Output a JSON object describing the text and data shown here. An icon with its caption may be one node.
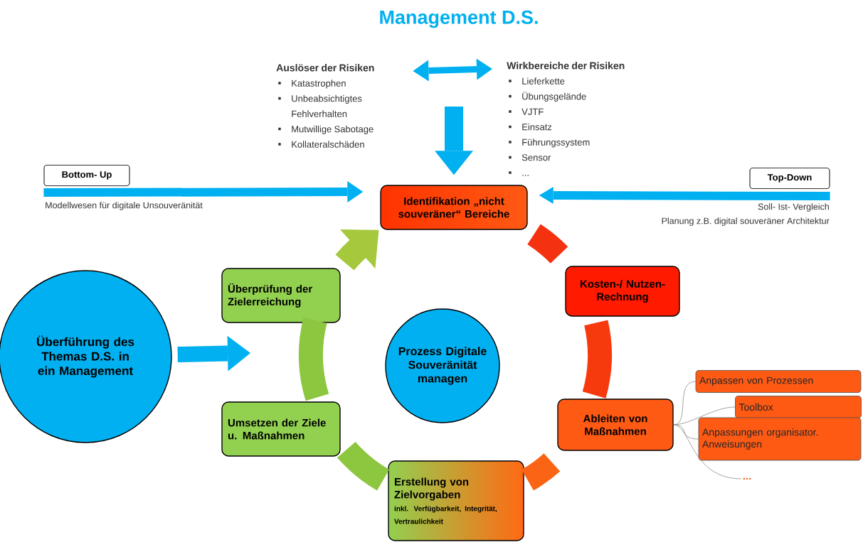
{
  "diagram": {
    "title": "Management D.S.",
    "nodes": [
      {
        "text": [
          "Auslöser der Risiken",
          "Katastrophen",
          "Unbeabsichtigtes Fehlverhalten",
          "Mutwillige Sabotage",
          "Kollateralschäden"
        ]
      },
      {
        "text": [
          "Wirkbereiche der Risiken",
          "Lieferkette",
          "Übungsgelände",
          "VJTF",
          "Einsatz",
          "Führungssystem",
          "Sensor",
          "..."
        ]
      },
      {
        "text": [
          "Bottom- Up"
        ],
        "beside": [
          "Modellwesen für digitale Unsouveränität"
        ]
      },
      {
        "text": [
          "Top-Down"
        ],
        "beside": [
          "Soll- Ist- Vergleich",
          "Planung z.B. digital souveräner Architektur"
        ]
      },
      {
        "text": [
          "Identifikation „nicht souveräner“ Bereiche"
        ]
      },
      {
        "text": [
          "Kosten-/ Nutzen-Rechnung"
        ]
      },
      {
        "text": [
          "Ableiten von Maßnahmen"
        ]
      },
      {
        "text": [
          "Erstellung von Zielvorgaben",
          "inkl. Verfügbarkeit, Integrität, Vertraulichkeit"
        ]
      },
      {
        "text": [
          "Umsetzen der Ziele u. Maßnahmen"
        ]
      },
      {
        "text": [
          "Überprüfung der Zielerreichung"
        ]
      },
      {
        "text": [
          "Prozess Digitale Souveränität managen"
        ]
      },
      {
        "text": [
          "Überführung des Themas D.S. in ein Management"
        ]
      },
      {
        "text": [
          "Anpassen von Prozessen"
        ]
      },
      {
        "text": [
          "Toolbox"
        ]
      },
      {
        "text": [
          "Anpassungen organisator. Anweisungen"
        ]
      },
      {
        "text": [
          "..."
        ]
      }
    ],
    "edges": [
      {
        "from": 0,
        "to": 1,
        "arrow": "both",
        "color": "#00b0f0"
      },
      {
        "from": null,
        "to": 4,
        "arrow": "to",
        "color": "#00b0f0"
      },
      {
        "from": 2,
        "to": 4,
        "arrow": "to",
        "color": "#00b0f0"
      },
      {
        "from": 3,
        "to": 4,
        "arrow": "to",
        "color": "#00b0f0"
      },
      {
        "from": 11,
        "to": null,
        "arrow": "to",
        "color": "#00b0f0"
      },
      {
        "from": 4,
        "to": 5,
        "arrow": "none",
        "color": "#f5320f"
      },
      {
        "from": 5,
        "to": 6,
        "arrow": "none",
        "color": "#f73a0e"
      },
      {
        "from": 6,
        "to": 7,
        "arrow": "none",
        "color": "#fa6414"
      },
      {
        "from": 7,
        "to": 8,
        "arrow": "none",
        "color": "#8dc63f"
      },
      {
        "from": 8,
        "to": 9,
        "arrow": "none",
        "color": "#8dc63f"
      },
      {
        "from": 9,
        "to": 4,
        "arrow": "to",
        "color": "#a5c83c"
      },
      {
        "from": 6,
        "to": 12,
        "arrow": "none",
        "color": "#8c8c8c"
      },
      {
        "from": 6,
        "to": 13,
        "arrow": "none",
        "color": "#8c8c8c"
      },
      {
        "from": 6,
        "to": 14,
        "arrow": "none",
        "color": "#8c8c8c"
      },
      {
        "from": 6,
        "to": 15,
        "arrow": "none",
        "color": "#8c8c8c"
      }
    ]
  }
}
